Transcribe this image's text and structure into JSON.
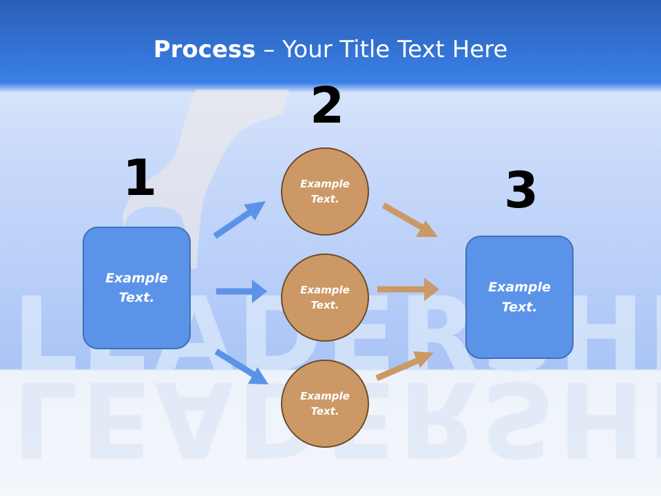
{
  "slide": {
    "title_bold": "Process",
    "title_rest": " – Your Title Text Here",
    "watermark": "LEADERSHIP"
  },
  "steps": {
    "num1": "1",
    "num2": "2",
    "num3": "3"
  },
  "left_box": {
    "line1": "Example",
    "line2": "Text."
  },
  "circles": [
    {
      "line1": "Example",
      "line2": "Text."
    },
    {
      "line1": "Example",
      "line2": "Text."
    },
    {
      "line1": "Example",
      "line2": "Text."
    }
  ],
  "right_box": {
    "line1": "Example",
    "line2": "Text."
  },
  "colors": {
    "box_fill": "#5b93e8",
    "circle_fill": "#cc9966",
    "blue_arrow": "#5b93e8",
    "orange_arrow": "#cc9966"
  }
}
